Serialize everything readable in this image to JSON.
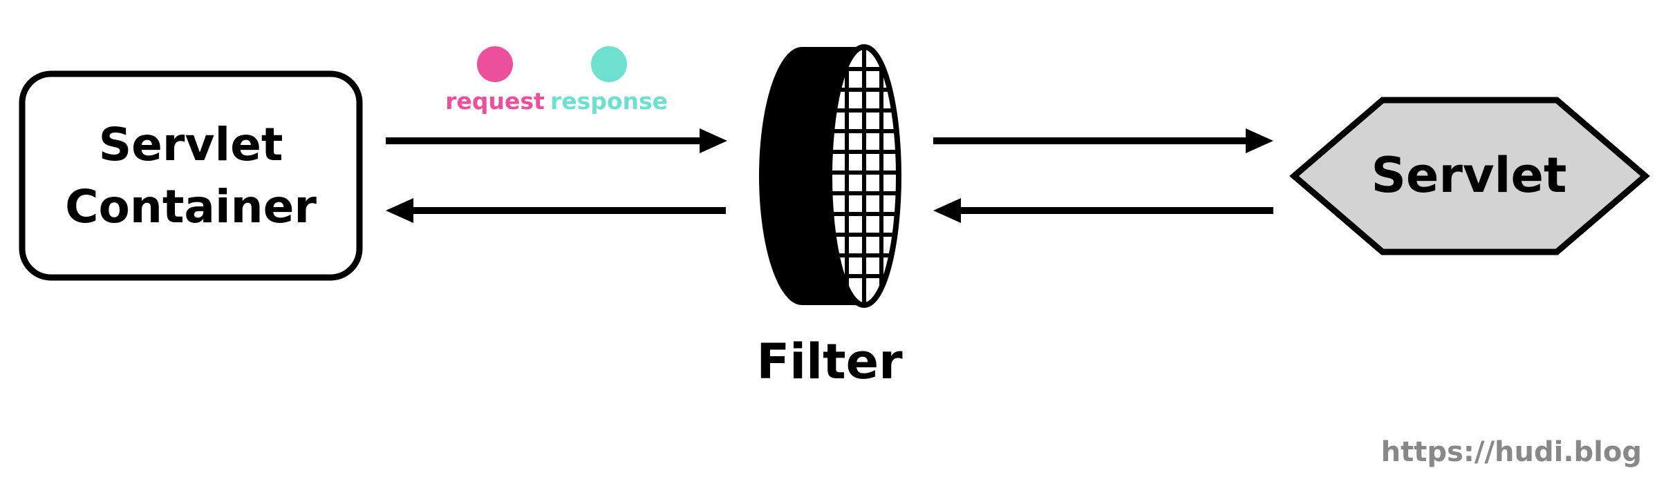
{
  "nodes": {
    "servlet_container": {
      "line1": "Servlet",
      "line2": "Container"
    },
    "filter": {
      "label": "Filter"
    },
    "servlet": {
      "label": "Servlet"
    }
  },
  "legend": {
    "request": {
      "label": "request",
      "color": "#ec4f9b"
    },
    "response": {
      "label": "response",
      "color": "#6ee0cf"
    }
  },
  "colors": {
    "stroke": "#000000",
    "servlet_fill": "#d3d3d3",
    "watermark": "#888888"
  },
  "watermark": "https://hudi.blog"
}
